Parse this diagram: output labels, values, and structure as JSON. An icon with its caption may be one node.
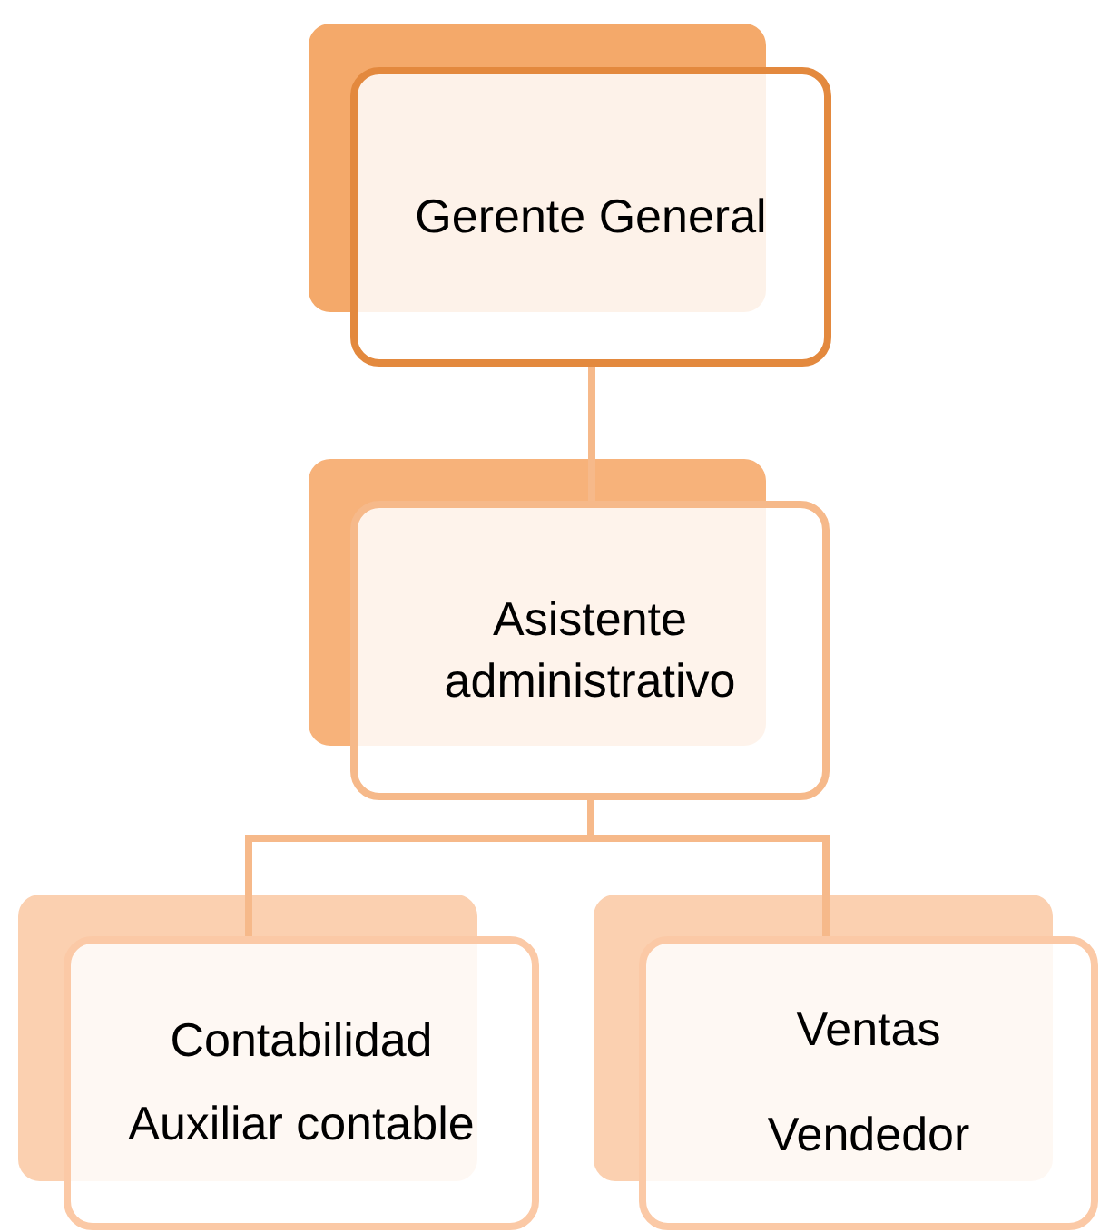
{
  "diagram": {
    "nodes": [
      {
        "text": [
          "Gerente General"
        ]
      },
      {
        "text": [
          "Asistente administrativo"
        ]
      },
      {
        "text": [
          "Contabilidad",
          "Auxiliar contable"
        ]
      },
      {
        "text": [
          "Ventas",
          "Vendedor"
        ]
      }
    ],
    "edges": [
      {
        "from": 0,
        "to": 1,
        "arrow": "none"
      },
      {
        "from": 1,
        "to": 2,
        "arrow": "none"
      },
      {
        "from": 1,
        "to": 3,
        "arrow": "none"
      }
    ]
  }
}
